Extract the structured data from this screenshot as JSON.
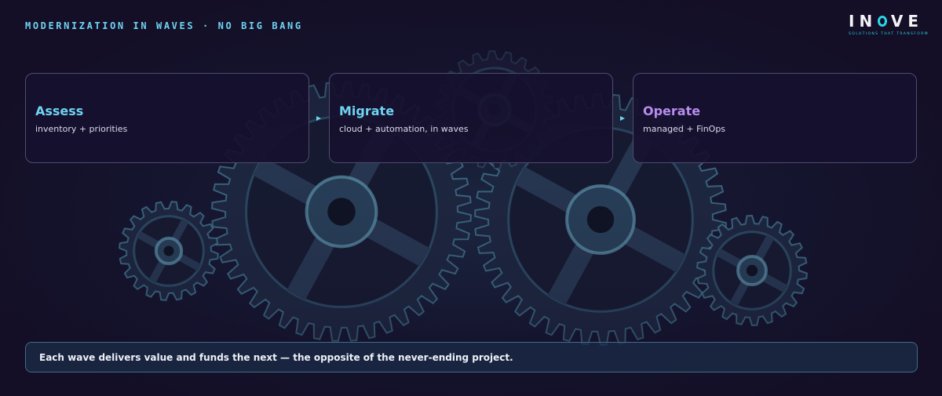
{
  "header": {
    "kicker": "MODERNIZATION IN WAVES · NO BIG BANG"
  },
  "logo": {
    "word_left": "IN",
    "word_right": "VE",
    "tagline": "SOLUTIONS THAT TRANSFORM"
  },
  "steps": [
    {
      "title": "Assess",
      "subtitle": "inventory + priorities",
      "color": "#6fd3f2"
    },
    {
      "title": "Migrate",
      "subtitle": "cloud + automation, in waves",
      "color": "#6fd3f2"
    },
    {
      "title": "Operate",
      "subtitle": "managed + FinOps",
      "color": "#b88cf0"
    }
  ],
  "footer": {
    "text": "Each wave delivers value and funds the next — the opposite of the never-ending project."
  },
  "colors": {
    "accent": "#6fd3f2",
    "purple": "#b88cf0",
    "logo_accent": "#2bd6e8",
    "background": "#140f26"
  },
  "icons": [
    "arrow-right-icon",
    "gear-icon"
  ]
}
